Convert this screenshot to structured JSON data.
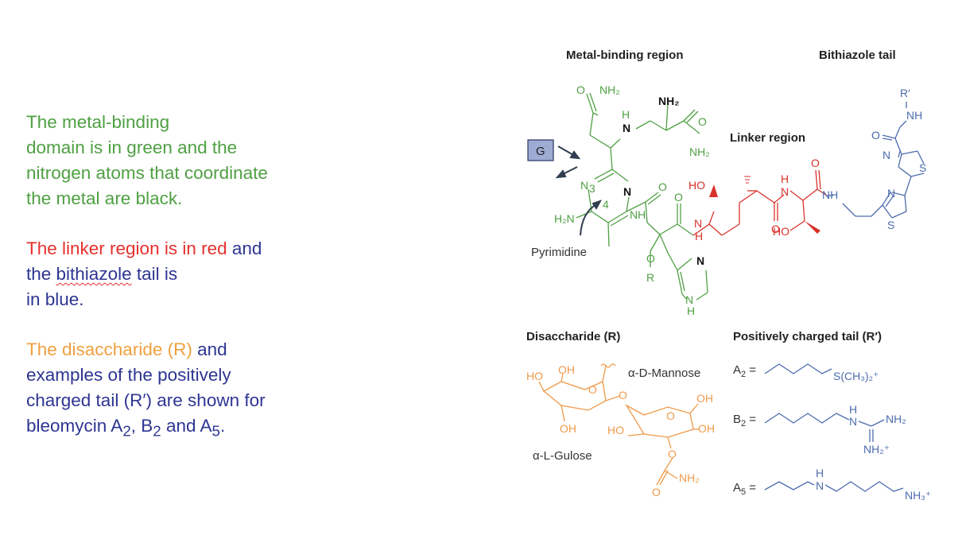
{
  "text_panel": {
    "p1": {
      "lines": [
        "The metal-binding",
        "domain is in green and the",
        "nitrogen atoms that coordinate",
        "the metal are black."
      ]
    },
    "p2": {
      "red": "The linker region is in red",
      "and": " and",
      "line2_pre": "the ",
      "bithiazole": "bithiazole",
      "line2_post": " tail is",
      "line3": "in blue."
    },
    "p3": {
      "orange": "The disaccharide (R)",
      "and": " and",
      "line2": "examples of the positively",
      "line3": "charged tail (R′) are shown for",
      "line4_pre": "bleomycin A",
      "sub_a2": "2",
      "sep1": ", B",
      "sub_b2": "2",
      "sep2": " and A",
      "sub_a5": "5",
      "end": "."
    }
  },
  "figure": {
    "headers": {
      "metal_binding": "Metal-binding region",
      "bithiazole_tail": "Bithiazole tail",
      "linker": "Linker region",
      "disaccharide": "Disaccharide (R)",
      "positive_tail": "Positively charged tail (R′)"
    },
    "labels": {
      "g_box": "G",
      "pyrimidine": "Pyrimidine",
      "alpha_mannose": "α-D-Mannose",
      "alpha_gulose": "α-L-Gulose",
      "n3": "N",
      "n3_num": "3",
      "ring4": "4",
      "a2": "A",
      "a2_sub": "2",
      "a2_eq": " =",
      "a2_group": "S(CH₃)₂⁺",
      "b2": "B",
      "b2_sub": "2",
      "b2_eq": " =",
      "b2_nh2": "NH₂",
      "b2_nh2plus": "NH₂⁺",
      "a5": "A",
      "a5_sub": "5",
      "a5_eq": " =",
      "a5_nh3": "NH₃⁺",
      "h": "H",
      "n": "N",
      "nh": "NH",
      "nh2": "NH₂",
      "h2n": "H₂N",
      "o": "O",
      "s": "S",
      "r": "R",
      "rprime": "R′",
      "ho": "HO",
      "oh": "OH"
    },
    "colors": {
      "metal_binding": "#4fa043",
      "coordinating_n": "#111111",
      "linker": "#d9312b",
      "bithiazole": "#4d6cae",
      "disaccharide": "#ef9a4a"
    }
  }
}
